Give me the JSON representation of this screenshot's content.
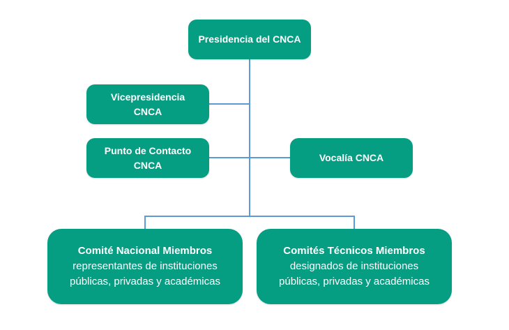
{
  "diagram": {
    "type": "org-chart",
    "line_color": "#5b9bd5",
    "box_color": "#069e83",
    "text_color": "#ffffff",
    "nodes": {
      "presidencia": {
        "title": "Presidencia del CNCA"
      },
      "vicepresidencia": {
        "title_line1": "Vicepresidencia",
        "title_line2": "CNCA"
      },
      "punto_contacto": {
        "title_line1": "Punto de Contacto",
        "title_line2": "CNCA"
      },
      "vocalia": {
        "title": "Vocalía CNCA"
      },
      "comite_nacional": {
        "title": "Comité Nacional Miembros",
        "sub_line1": "representantes de instituciones",
        "sub_line2": "públicas, privadas y académicas"
      },
      "comites_tecnicos": {
        "title": "Comités Técnicos Miembros",
        "sub_line1": "designados de instituciones",
        "sub_line2": "públicas, privadas y académicas"
      }
    },
    "edges": [
      [
        "presidencia",
        "vicepresidencia"
      ],
      [
        "presidencia",
        "punto_contacto"
      ],
      [
        "presidencia",
        "vocalia"
      ],
      [
        "presidencia",
        "comite_nacional"
      ],
      [
        "presidencia",
        "comites_tecnicos"
      ]
    ]
  }
}
